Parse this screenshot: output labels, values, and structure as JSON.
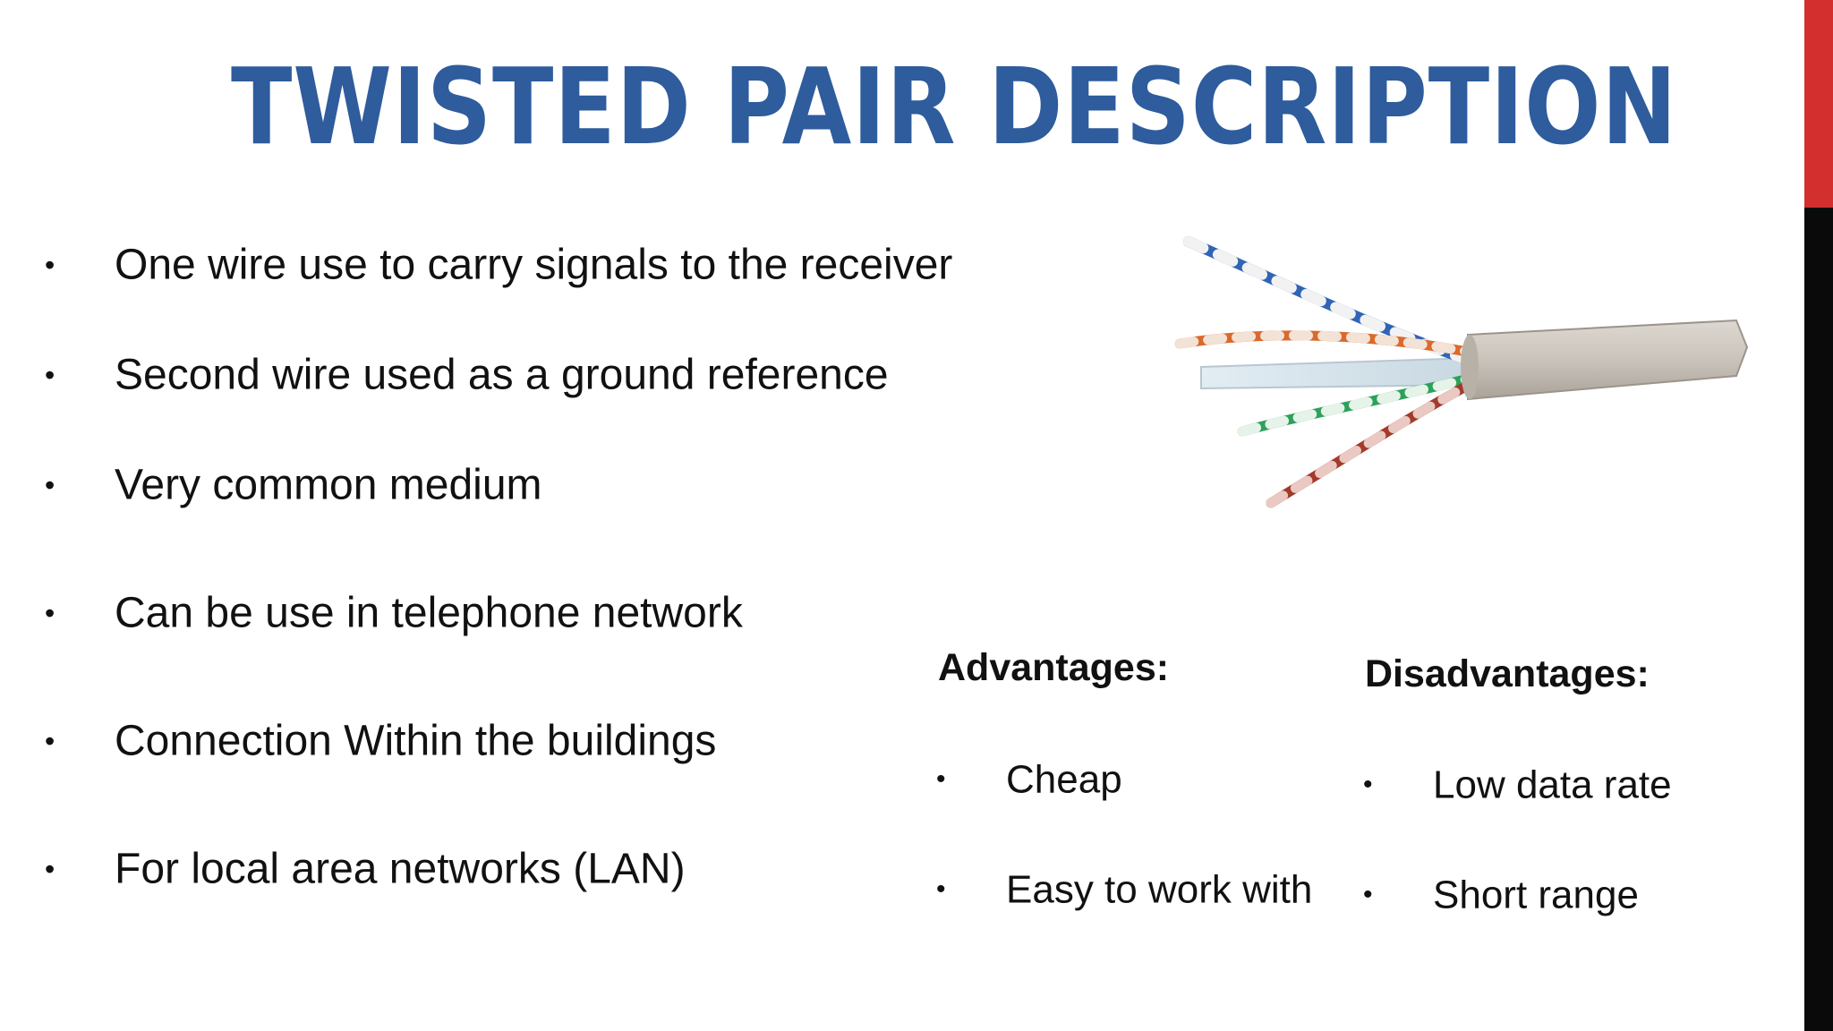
{
  "slide": {
    "title": "TWISTED PAIR DESCRIPTION",
    "bullets": [
      "One wire use to carry signals to the receiver",
      "Second wire used as a ground reference",
      "Very common medium",
      "Can be use in telephone network",
      "Connection Within the buildings",
      "For local area networks (LAN)"
    ],
    "bullet_glyph": "•",
    "advantages": {
      "heading": "Advantages:",
      "items": [
        "Cheap",
        "Easy to work with"
      ]
    },
    "disadvantages": {
      "heading": "Disadvantages:",
      "items": [
        "Low data rate",
        "Short range"
      ]
    }
  },
  "icons": {
    "cable_image": "twisted-pair-cable-icon"
  },
  "colors": {
    "title": "#2e5c9c",
    "accent_red": "#d32f2f",
    "accent_black": "#0a0a0a",
    "sheath": "#c9c3bb",
    "wire_blue": "#2f64b7",
    "wire_orange": "#d96a2c",
    "wire_green": "#2da15a",
    "wire_brown": "#a33a2a"
  }
}
